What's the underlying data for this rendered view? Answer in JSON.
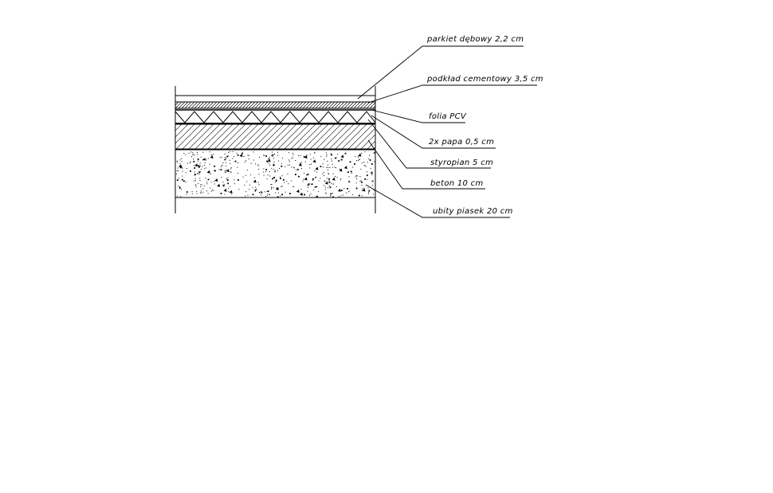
{
  "layers": [
    {
      "label": "parkiet dębowy 2,2 cm"
    },
    {
      "label": "podkład cementowy 3,5 cm"
    },
    {
      "label": "folia PCV"
    },
    {
      "label": "2x papa 0,5 cm"
    },
    {
      "label": "styropian 5 cm"
    },
    {
      "label": "beton 10 cm"
    },
    {
      "label": "ubity piasek 20 cm"
    }
  ]
}
